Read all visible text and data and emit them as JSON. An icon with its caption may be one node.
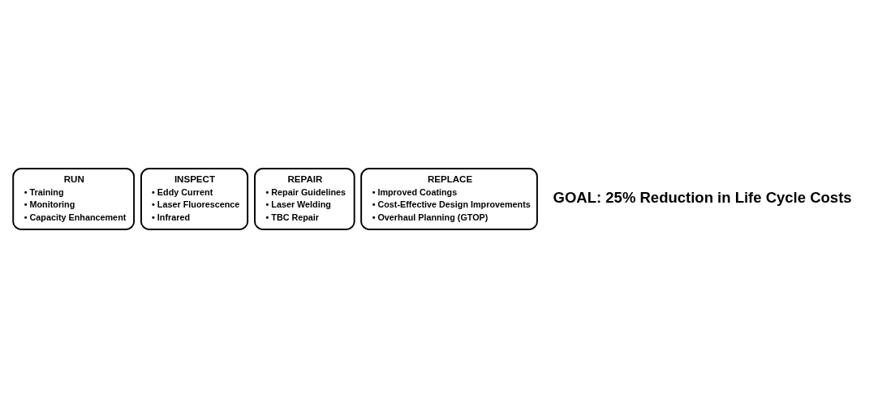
{
  "diagram": {
    "nodes": [
      {
        "text": [
          "RUN",
          "• Training",
          "• Monitoring",
          "• Capacity Enhancement"
        ]
      },
      {
        "text": [
          "INSPECT",
          "• Eddy Current",
          "• Laser Fluorescence",
          "• Infrared"
        ]
      },
      {
        "text": [
          "REPAIR",
          "• Repair Guidelines",
          "• Laser Welding",
          "• TBC Repair"
        ]
      },
      {
        "text": [
          "REPLACE",
          "• Improved Coatings",
          "• Cost-Effective Design Improvements",
          "• Overhaul Planning (GTOP)"
        ]
      }
    ],
    "labels": [
      "GOAL: 25% Reduction in Life Cycle Costs"
    ]
  }
}
